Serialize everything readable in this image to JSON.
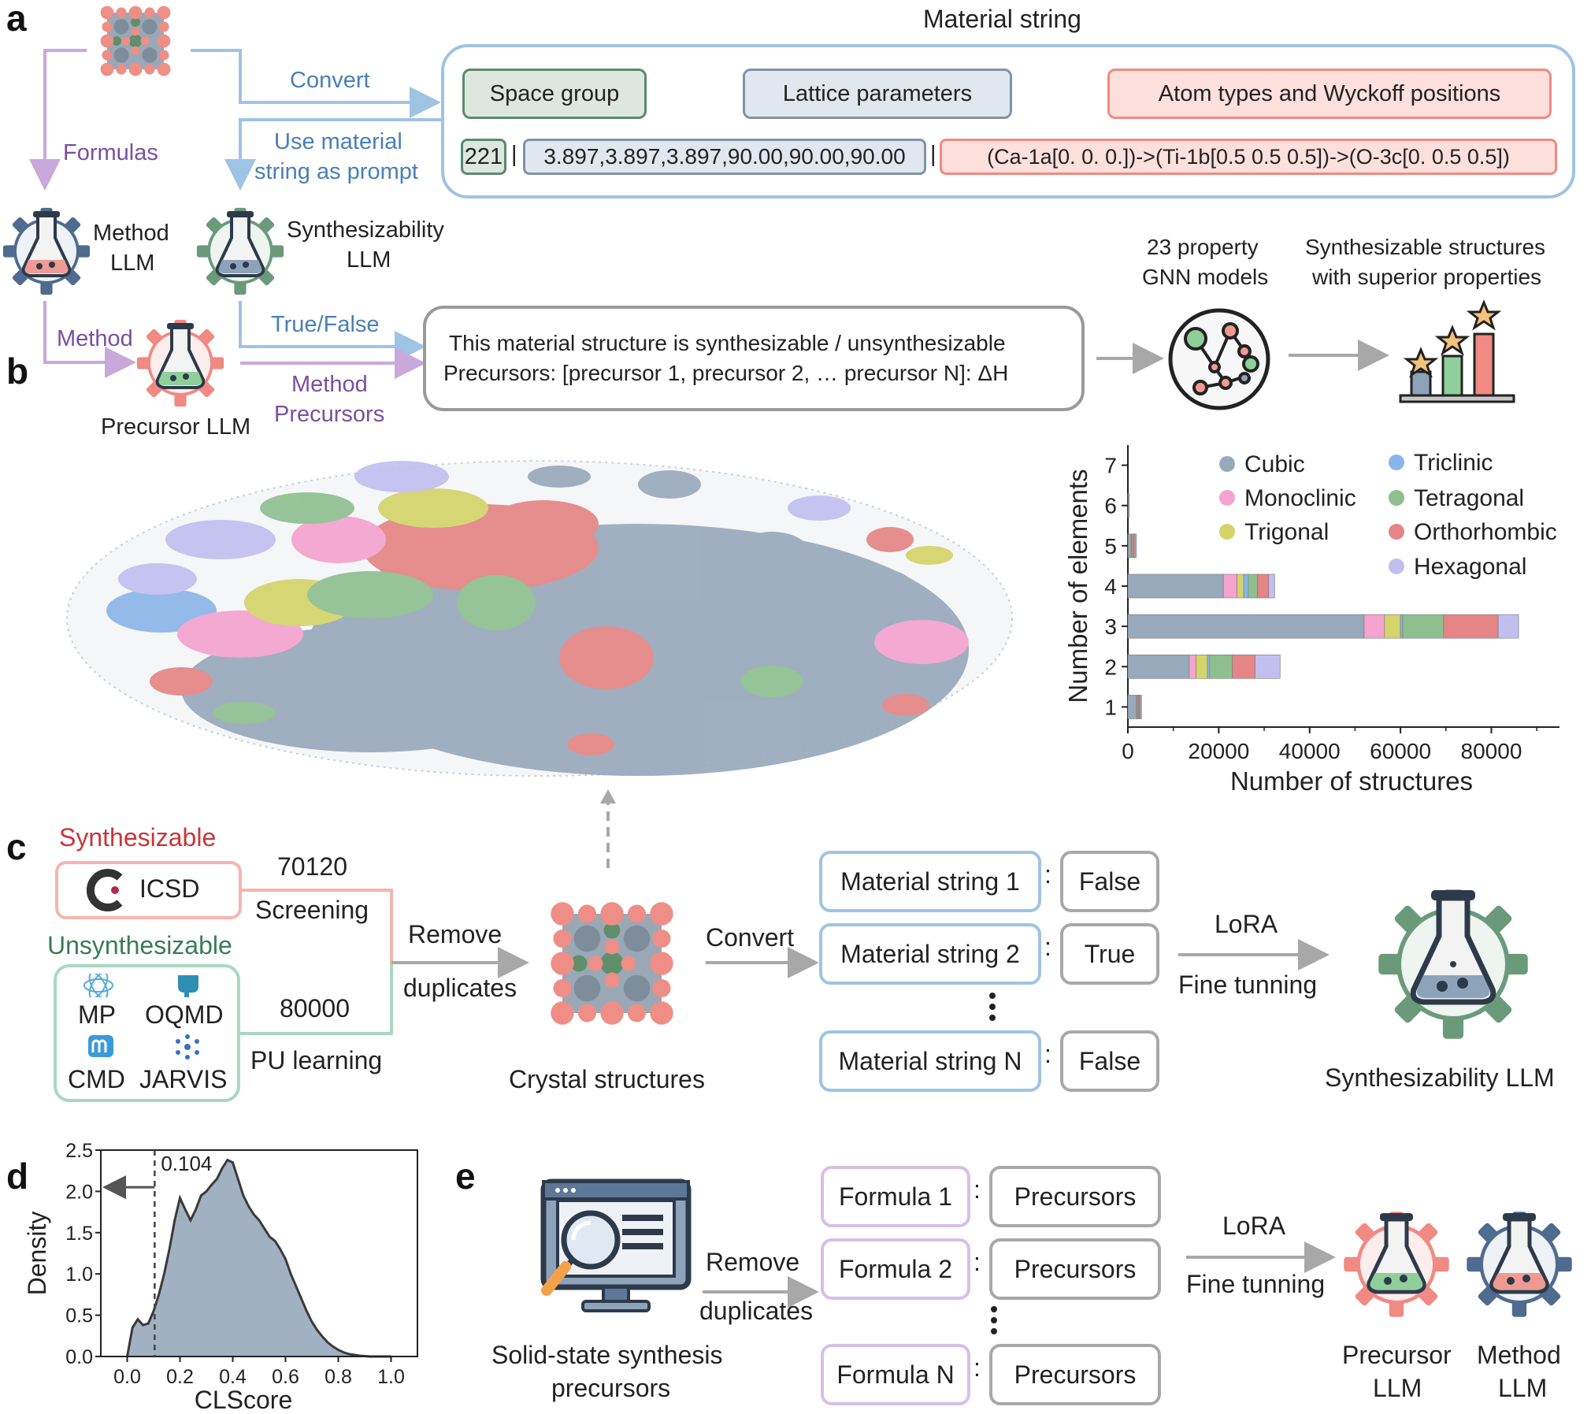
{
  "panel_letters": {
    "a": "a",
    "b": "b",
    "c": "c",
    "d": "d",
    "e": "e"
  },
  "colors": {
    "blue": "#4a7fb5",
    "blue_line": "#9fc3e3",
    "purple": "#7a4fa0",
    "purple_line": "#c9a8dc",
    "red_text": "#c9353a",
    "green_text": "#3b7a5a",
    "gray_line": "#a8a8a8",
    "cubic": "#98a9bb",
    "triclinic": "#8bb5e8",
    "monoclinic": "#f5a3cf",
    "tetragonal": "#8fbf8f",
    "trigonal": "#d4d46a",
    "orthorhombic": "#e58585",
    "hexagonal": "#c2bff0"
  },
  "panel_a": {
    "material_string_title": "Material string",
    "convert": "Convert",
    "use_prompt_1": "Use material",
    "use_prompt_2": "string as prompt",
    "formulas": "Formulas",
    "space_group": "Space group",
    "lattice_parameters": "Lattice parameters",
    "atom_types": "Atom types and Wyckoff positions",
    "sg_value": "221",
    "sep1": "|",
    "lattice_value": "3.897,3.897,3.897,90.00,90.00,90.00",
    "sep2": "|",
    "atoms_value": "(Ca-1a[0. 0. 0.])->(Ti-1b[0.5 0.5 0.5])->(O-3c[0.  0.5 0.5])",
    "method_llm_1": "Method",
    "method_llm_2": "LLM",
    "synth_llm_1": "Synthesizability",
    "synth_llm_2": "LLM",
    "method": "Method",
    "true_false": "True/False",
    "method_precursors_1": "Method",
    "method_precursors_2": "Precursors",
    "precursor_llm": "Precursor LLM",
    "output_line1": "This material structure is synthesizable / unsynthesizable",
    "output_line2": "Precursors: [precursor 1, precursor 2, … precursor N]: ΔH",
    "gnn_1": "23 property",
    "gnn_2": "GNN models",
    "superior_1": "Synthesizable structures",
    "superior_2": "with superior properties"
  },
  "panel_c": {
    "synthesizable": "Synthesizable",
    "icsd": "ICSD",
    "count_1": "70120",
    "screening": "Screening",
    "unsynthesizable": "Unsynthesizable",
    "mp": "MP",
    "oqmd": "OQMD",
    "cmd": "CMD",
    "jarvis": "JARVIS",
    "count_2": "80000",
    "pu_learning": "PU learning",
    "remove": "Remove",
    "duplicates": "duplicates",
    "crystal_structures": "Crystal structures",
    "convert": "Convert",
    "rows": [
      {
        "left": "Material string 1",
        "right": "False"
      },
      {
        "left": "Material string 2",
        "right": "True"
      },
      {
        "left": "Material string N",
        "right": "False"
      }
    ],
    "colon": ":",
    "lora": "LoRA",
    "fine_tuning": "Fine tunning",
    "synth_llm": "Synthesizability LLM"
  },
  "panel_e": {
    "remove": "Remove",
    "duplicates": "duplicates",
    "solid_1": "Solid-state synthesis",
    "solid_2": "precursors",
    "rows": [
      {
        "left": "Formula 1",
        "right": "Precursors"
      },
      {
        "left": "Formula 2",
        "right": "Precursors"
      },
      {
        "left": "Formula N",
        "right": "Precursors"
      }
    ],
    "colon": ":",
    "lora": "LoRA",
    "fine_tuning": "Fine tunning",
    "precursor_llm_1": "Precursor",
    "precursor_llm_2": "LLM",
    "method_llm_1": "Method",
    "method_llm_2": "LLM"
  },
  "chart_data": [
    {
      "type": "bar",
      "orientation": "horizontal",
      "stacked": true,
      "xlabel": "Number of structures",
      "ylabel": "Number of elements",
      "xlim": [
        0,
        95000
      ],
      "xticks": [
        "0",
        "20000",
        "40000",
        "60000",
        "80000"
      ],
      "categories": [
        "1",
        "2",
        "3",
        "4",
        "5",
        "6",
        "7"
      ],
      "legend_position": "top-right",
      "series": [
        {
          "name": "Cubic",
          "color": "#98a9bb",
          "values": [
            1800,
            13500,
            52000,
            21000,
            300,
            0,
            0
          ]
        },
        {
          "name": "Monoclinic",
          "color": "#f5a3cf",
          "values": [
            200,
            1500,
            4500,
            3000,
            300,
            50,
            0
          ]
        },
        {
          "name": "Trigonal",
          "color": "#d4d46a",
          "values": [
            200,
            2500,
            3500,
            1500,
            200,
            0,
            0
          ]
        },
        {
          "name": "Triclinic",
          "color": "#8bb5e8",
          "values": [
            100,
            500,
            500,
            1000,
            200,
            50,
            0
          ]
        },
        {
          "name": "Tetragonal",
          "color": "#8fbf8f",
          "values": [
            200,
            5000,
            9000,
            2000,
            300,
            0,
            0
          ]
        },
        {
          "name": "Orthorhombic",
          "color": "#e58585",
          "values": [
            300,
            5000,
            12000,
            2500,
            300,
            50,
            0
          ]
        },
        {
          "name": "Hexagonal",
          "color": "#c2bff0",
          "values": [
            200,
            5500,
            4500,
            1300,
            300,
            0,
            0
          ]
        }
      ]
    },
    {
      "type": "area",
      "xlabel": "CLScore",
      "ylabel": "Density",
      "xlim": [
        -0.1,
        1.1
      ],
      "ylim": [
        0,
        2.5
      ],
      "xticks": [
        "0.0",
        "0.2",
        "0.4",
        "0.6",
        "0.8",
        "1.0"
      ],
      "yticks": [
        "0.0",
        "0.5",
        "1.0",
        "1.5",
        "2.0",
        "2.5"
      ],
      "threshold_label": "0.104",
      "threshold": 0.104,
      "fill_color": "#98a9bb",
      "x": [
        0.0,
        0.02,
        0.04,
        0.06,
        0.08,
        0.1,
        0.12,
        0.14,
        0.16,
        0.18,
        0.2,
        0.22,
        0.24,
        0.26,
        0.28,
        0.3,
        0.32,
        0.34,
        0.36,
        0.38,
        0.4,
        0.42,
        0.44,
        0.46,
        0.48,
        0.5,
        0.52,
        0.54,
        0.56,
        0.58,
        0.6,
        0.62,
        0.64,
        0.66,
        0.68,
        0.7,
        0.72,
        0.74,
        0.76,
        0.78,
        0.8,
        0.82,
        0.84,
        0.86,
        0.88,
        0.9,
        0.92,
        0.94,
        0.96,
        0.98,
        1.0
      ],
      "y": [
        0.0,
        0.35,
        0.45,
        0.38,
        0.4,
        0.55,
        0.75,
        1.0,
        1.3,
        1.65,
        1.92,
        1.78,
        1.65,
        1.78,
        1.95,
        2.0,
        2.08,
        2.15,
        2.28,
        2.38,
        2.35,
        2.15,
        1.95,
        1.82,
        1.72,
        1.65,
        1.55,
        1.45,
        1.4,
        1.3,
        1.18,
        1.0,
        0.85,
        0.7,
        0.55,
        0.42,
        0.32,
        0.24,
        0.17,
        0.12,
        0.08,
        0.05,
        0.03,
        0.02,
        0.01,
        0.005,
        0.0,
        0.0,
        0.0,
        0.0,
        0.0
      ]
    }
  ]
}
